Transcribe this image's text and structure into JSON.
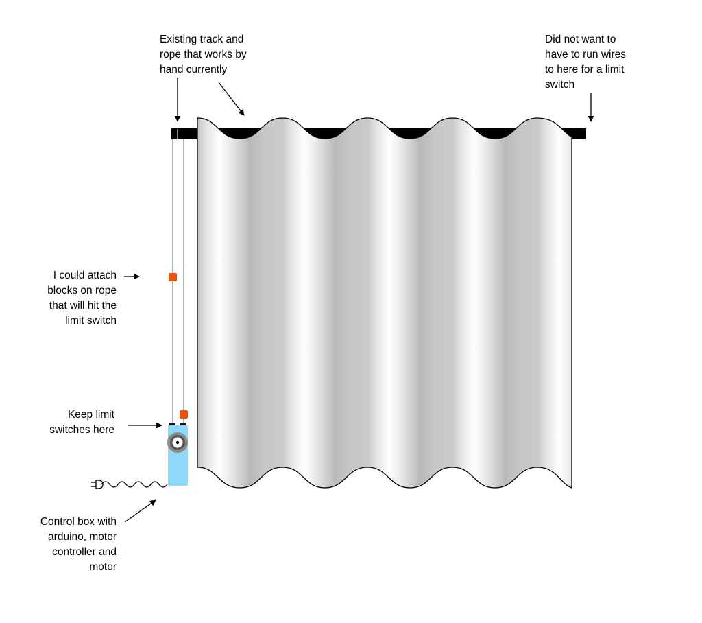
{
  "annotations": {
    "track": "Existing track and\nrope that works by\nhand currently",
    "no_wires": "Did not want to\nhave to run wires\nto here for a limit\nswitch",
    "blocks": "I could attach\nblocks on rope\nthat will hit the\nlimit switch",
    "keep_switches": "Keep limit\nswitches here",
    "control_box": "Control box with\narduino, motor\ncontroller and\nmotor"
  },
  "colors": {
    "track": "#000000",
    "curtain_light": "#ffffff",
    "curtain_dark": "#b4b4b4",
    "control_box": "#8ed8fb",
    "block": "#e9520f",
    "motor": "#8a8a8a",
    "rope": "#8a8a8a"
  },
  "icons": {
    "plug": "power-plug-icon",
    "motor": "motor-pulley-icon"
  }
}
